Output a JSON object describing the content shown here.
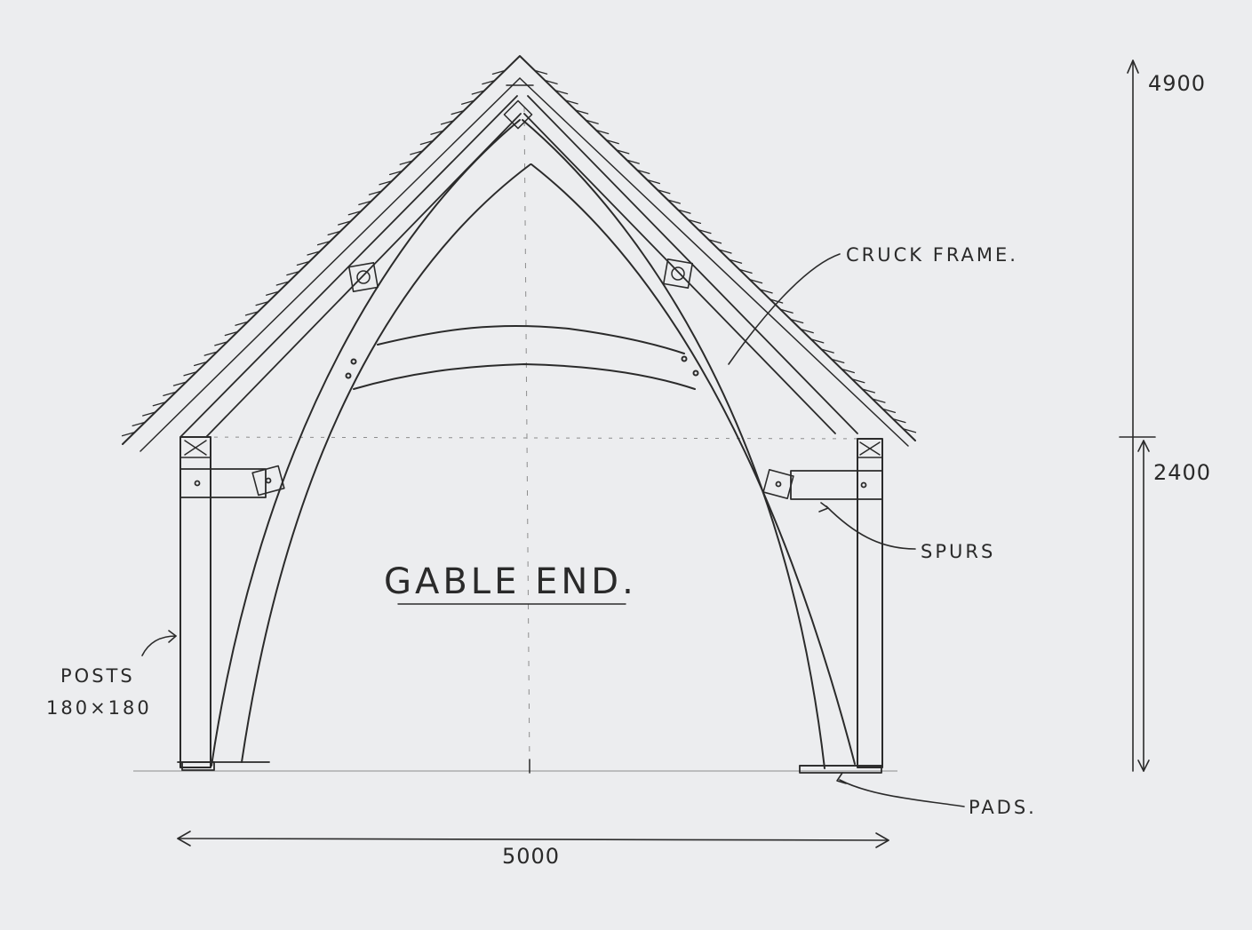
{
  "drawing": {
    "title": "GABLE END.",
    "labels": {
      "cruck_frame": "CRUCK FRAME.",
      "spurs": "SPURS",
      "posts": "POSTS",
      "posts_size": "180×180",
      "pads": "PADS."
    },
    "dimensions": {
      "total_height": "4900",
      "wall_height": "2400",
      "width": "5000"
    }
  }
}
